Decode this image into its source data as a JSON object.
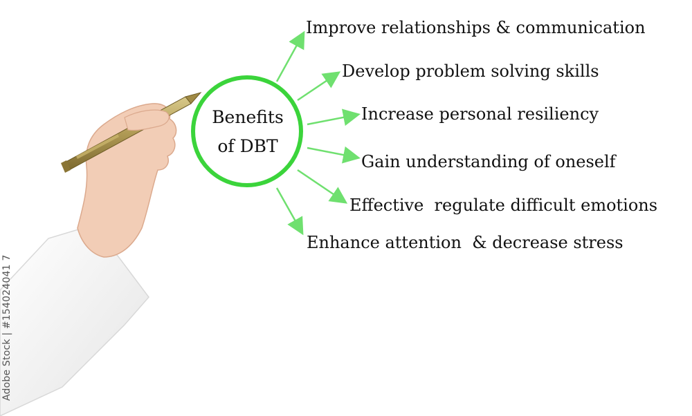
{
  "diagram": {
    "center": {
      "line1": "Benefits",
      "line2": "of DBT"
    },
    "benefits": [
      "Improve relationships & communication",
      "Develop problem solving skills",
      "Increase personal resiliency",
      "Gain understanding of oneself",
      "Effective  regulate difficult emotions",
      "Enhance attention  & decrease stress"
    ]
  },
  "watermark": {
    "text": "Adobe Stock | #154024041 7"
  },
  "colors": {
    "circle": "#3bd43b",
    "arrow": "#6fe06f",
    "text": "#111111",
    "background": "#ffffff"
  }
}
